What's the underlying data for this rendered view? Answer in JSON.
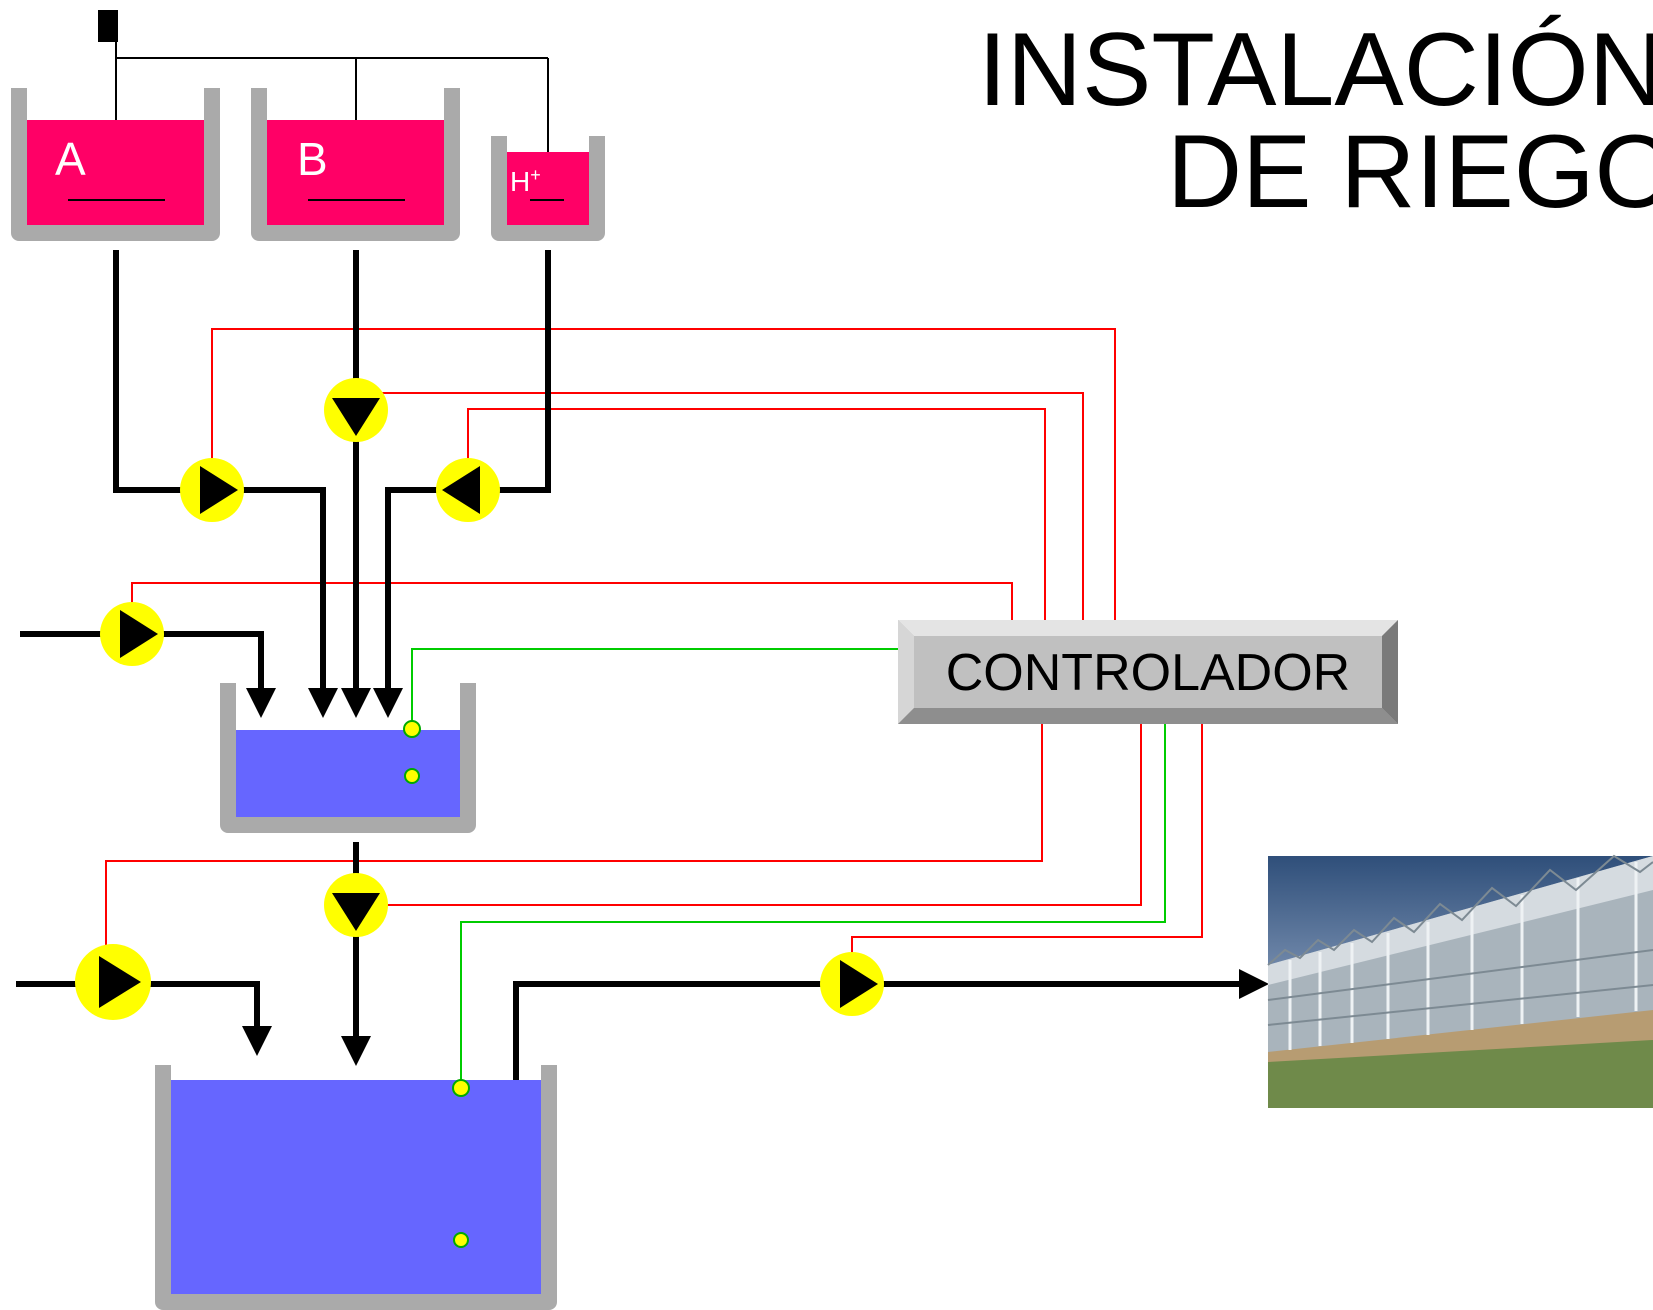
{
  "title": {
    "line1": "INSTALACIÓN",
    "line2": "DE RIEGO"
  },
  "tanks": {
    "a": {
      "label": "A"
    },
    "b": {
      "label": "B"
    },
    "acid": {
      "label": "H",
      "superscript": "+"
    }
  },
  "controller": {
    "label": "CONTROLADOR"
  },
  "colors": {
    "concentrate": "#ff0066",
    "water": "#6666ff",
    "tank_wall": "#aaaaaa",
    "pump": "#ffff00",
    "control_signal": "#ff0000",
    "sensor_signal": "#00cc00",
    "pipe": "#000000",
    "controller_body": "#c0c0c0"
  },
  "icons": {
    "pump": "pump-icon",
    "sensor": "level-sensor-icon",
    "greenhouse": "greenhouse-photo"
  }
}
